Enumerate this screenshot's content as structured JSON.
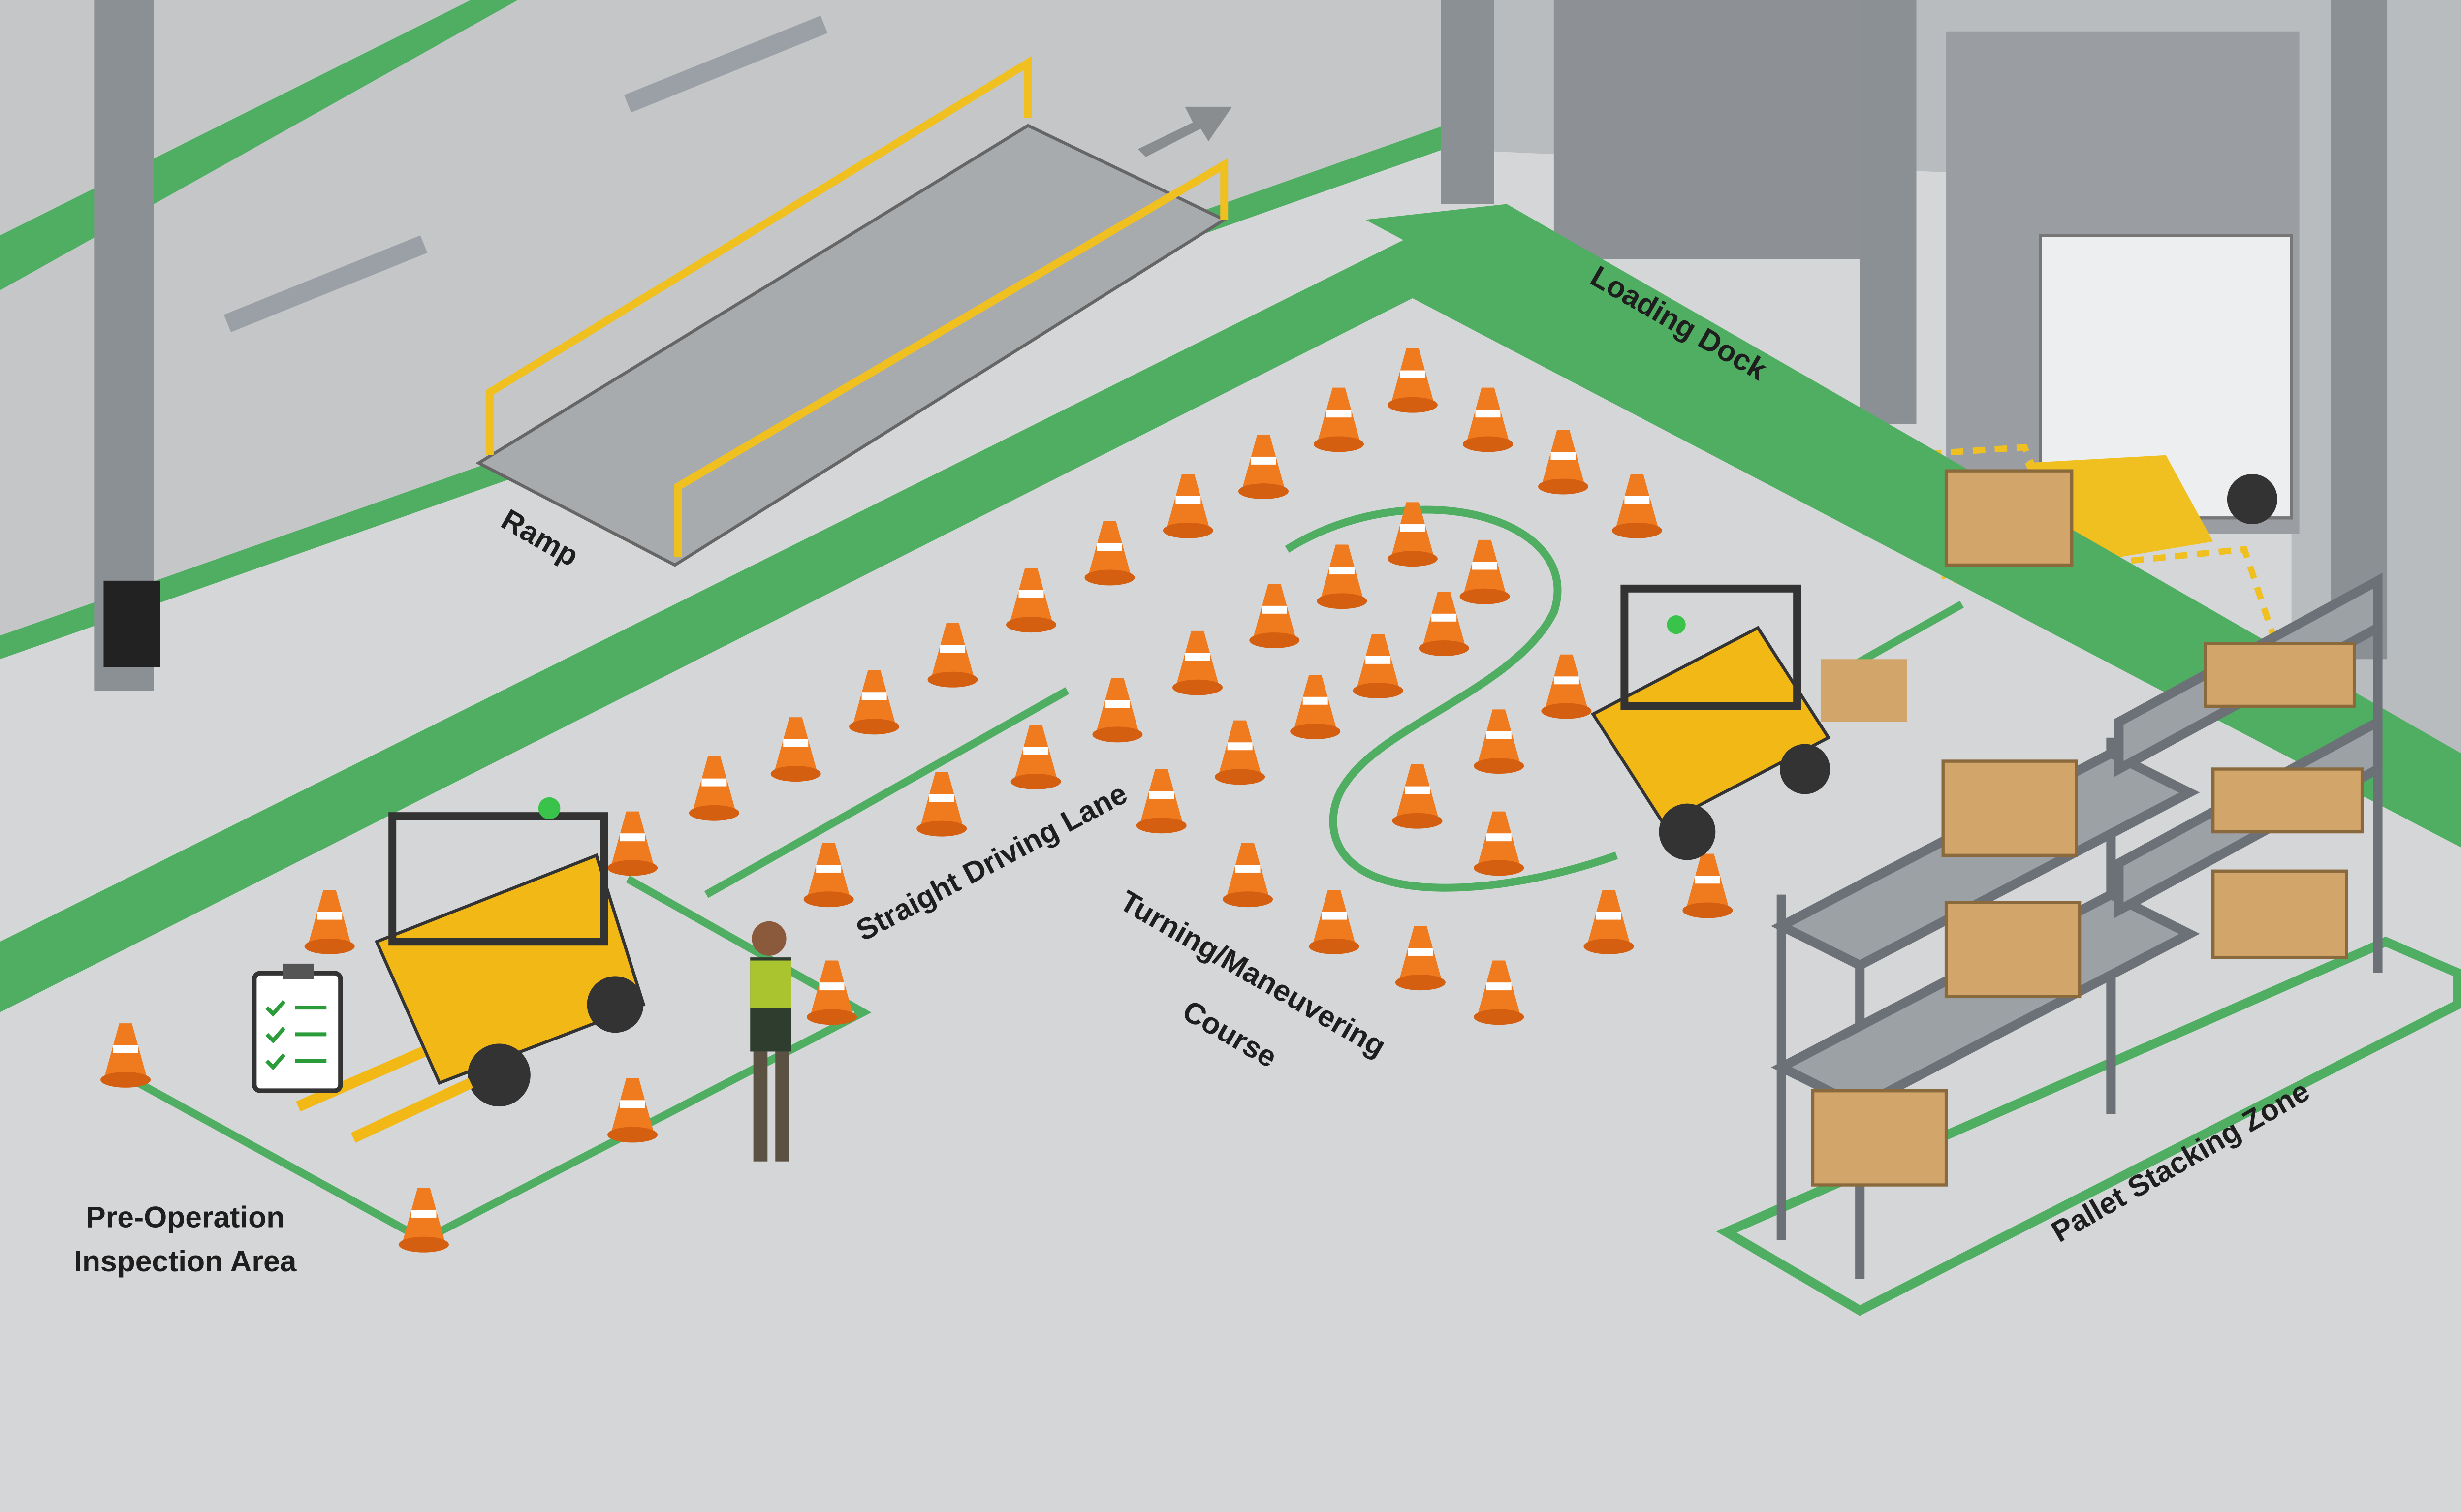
{
  "labels": {
    "ramp": "Ramp",
    "loading_dock": "Loading Dock",
    "straight_lane": "Straight Driving Lane",
    "turning_line1": "Turning/Maneuvering",
    "turning_line2": "Course",
    "inspection_line1": "Pre-Operation",
    "inspection_line2": "Inspection Area",
    "pallet_zone": "Pallet Stacking Zone"
  },
  "colors": {
    "floor": "#d5d6d7",
    "safety_green": "#4fae62",
    "cone_orange": "#f07a1e",
    "forklift_yellow": "#f2b816",
    "railing_yellow": "#f0c020",
    "wall": "#bfc1c3",
    "steel": "#7d8288"
  },
  "icons": [
    "traffic-cone-icon",
    "forklift-icon",
    "clipboard-checklist-icon",
    "direction-arrow-icon",
    "pallet-box-icon"
  ]
}
